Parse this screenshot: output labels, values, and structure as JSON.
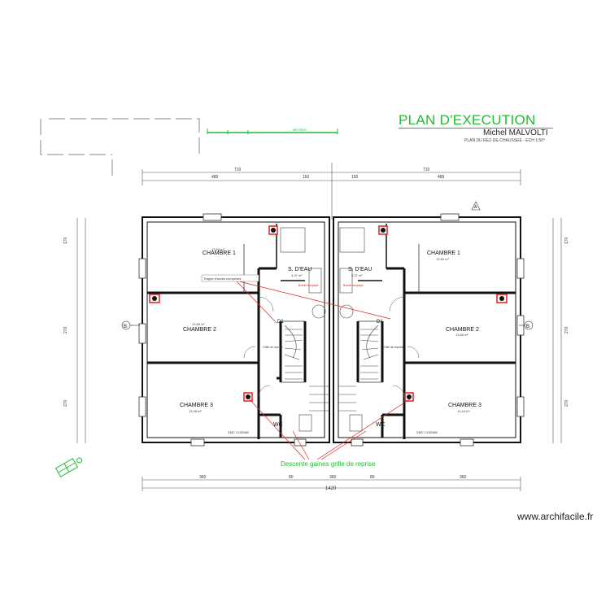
{
  "header": {
    "title": "PLAN D'EXECUTION",
    "author": "Michel MALVOLTI",
    "subtitle": "PLAN DU REZ-DE-CHAUSSEE - ECH 1:50°"
  },
  "scale_label": "METRES",
  "rooms": {
    "left_chambre_1": "CHAMBRE 1",
    "left_chambre_1_area": "13,80 m²",
    "left_sdeau": "S. D'EAU",
    "left_sdeau_area": "3,37 m²",
    "left_chambre_2": "CHAMBRE 2",
    "left_chambre_2_area": "13,86 m²",
    "left_chambre_3": "CHAMBRE 3",
    "left_chambre_3_area": "13,38 m²",
    "left_wc": "WC",
    "right_chambre_1": "CHAMBRE 1",
    "right_chambre_1_area": "13,80 m²",
    "right_sdeau": "S. D'EAU",
    "right_sdeau_area": "3,37 m²",
    "right_chambre_2": "CHAMBRE 2",
    "right_chambre_2_area": "13,86 m²",
    "right_chambre_3": "CHAMBRE 3",
    "right_chambre_3_area": "13,44 m²",
    "right_wc": "WC"
  },
  "annotations": {
    "trappe": "Trappe d'accès comprises",
    "grille_left": "Grille de reprise",
    "grille_right": "Grille de reprise",
    "vmc_left": "VMC CUISINE",
    "vmc_right": "VMC CUISINE",
    "soupape_left": "Bonde soupape",
    "soupape_right": "Bonde soupape",
    "descente": "Descente gaines grille de reprise",
    "d1_left": "D1",
    "d1_right": "D1",
    "b_left": "B",
    "b_right": "B",
    "a_top": "A",
    "watermark": "www.archifacile.fr"
  },
  "dimensions": {
    "top_total_left": "710",
    "top_total_right": "710",
    "top_left": "489",
    "top_right": "489",
    "top_mid_left": "150",
    "top_mid_right": "150",
    "bottom_1": "360",
    "bottom_2": "80",
    "bottom_3": "360",
    "bottom_4": "80",
    "bottom_5": "360",
    "bottom_total": "1420",
    "side_left_1": "170",
    "side_left_2": "270",
    "side_left_3": "270",
    "side_right_1": "170",
    "side_right_2": "270",
    "side_right_3": "270"
  },
  "colors": {
    "accent_green": "#22bb33",
    "annotation_red": "#e02020",
    "wall": "#111111"
  }
}
